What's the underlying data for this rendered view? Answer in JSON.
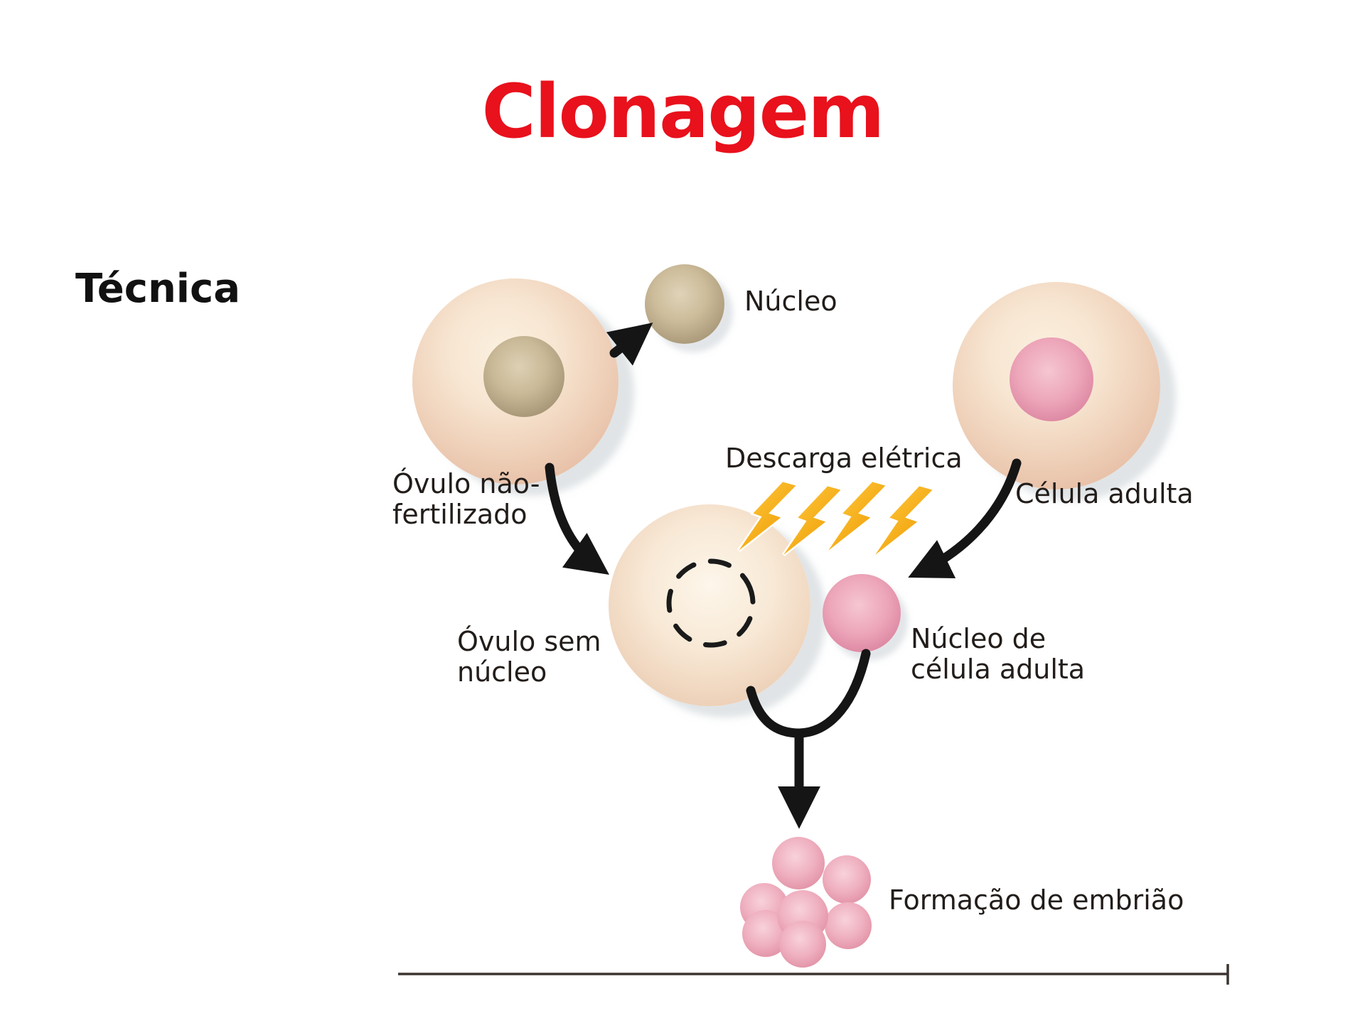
{
  "title": "Clonagem",
  "subtitle": "Técnica",
  "labels": {
    "nucleus": "Núcleo",
    "unfertilized_egg_line1": "Óvulo não-",
    "unfertilized_egg_line2": "fertilizado",
    "adult_cell": "Célula adulta",
    "electric_discharge": "Descarga elétrica",
    "egg_without_nucleus_line1": "Óvulo sem",
    "egg_without_nucleus_line2": "núcleo",
    "adult_cell_nucleus_line1": "Núcleo de",
    "adult_cell_nucleus_line2": "célula adulta",
    "embryo_formation": "Formação de embrião"
  },
  "icons": {
    "lightning_bolt_count": 4
  },
  "colors": {
    "title_red": "#e8111c",
    "text_black": "#221d1a",
    "cell_peach_edge": "#dfb298",
    "cell_peach_center": "#fbf0df",
    "olive_nucleus_dark": "#93835f",
    "olive_nucleus_light": "#ddd0b4",
    "pink_nucleus_dark": "#d27a95",
    "pink_nucleus_light": "#f5c6d2",
    "embryo_pink": "#efb0c0",
    "lightning_orange_dark": "#ef9c02",
    "lightning_orange_light": "#fdc53a",
    "arrow_black": "#151515",
    "baseline_gray": "#3b3430"
  }
}
